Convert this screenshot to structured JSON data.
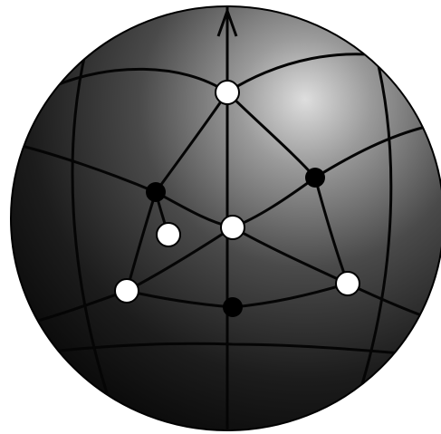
{
  "diagram": {
    "kind": "sphere-with-curved-network",
    "colors": {
      "sphere_dark": "#0b0b0b",
      "sphere_mid": "#3a3a3a",
      "sphere_highlight": "#d8d8d8",
      "edge": "#050505",
      "white_node": "#ffffff",
      "black_node": "#000000"
    },
    "node_types": [
      "white",
      "black"
    ],
    "has_axis_arrow": true
  }
}
